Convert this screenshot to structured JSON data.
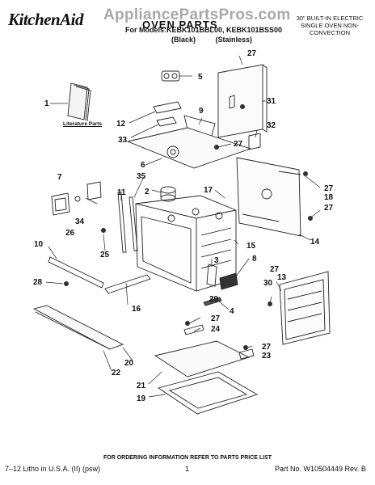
{
  "header": {
    "brand": "KitchenAid",
    "watermark": "AppliancePartsPros.com",
    "title": "OVEN PARTS",
    "models": "For Models:KEBK101BBL00, KEBK101BSS00",
    "variants": "(Black) (Stainless)",
    "description": "30\" BUILT-IN ELECTRIC SINGLE OVEN NON-CONVECTION"
  },
  "literature_label": "Literature Parts",
  "callouts": [
    "1",
    "2",
    "3",
    "4",
    "5",
    "6",
    "7",
    "8",
    "9",
    "10",
    "11",
    "12",
    "13",
    "14",
    "15",
    "16",
    "17",
    "18",
    "19",
    "20",
    "21",
    "22",
    "23",
    "24",
    "25",
    "26",
    "27",
    "27",
    "27",
    "27",
    "27",
    "27",
    "27",
    "28",
    "29",
    "30",
    "31",
    "32",
    "33",
    "34",
    "35"
  ],
  "footer": {
    "note": "FOR ORDERING INFORMATION REFER TO PARTS PRICE LIST",
    "left": "7–12 Litho in U.S.A. (II) (psw)",
    "page": "1",
    "part_no": "Part No. W10504449 Rev. B"
  }
}
